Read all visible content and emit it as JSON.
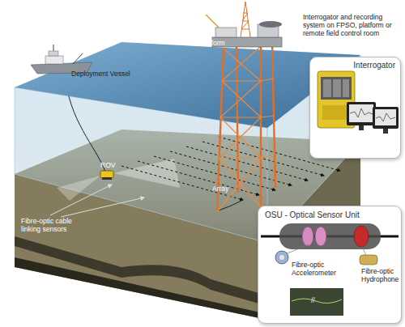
{
  "diagram": {
    "nodes": [
      {
        "text": [
          "Interrogator"
        ]
      },
      {
        "text": [
          "OSU - Optical Sensor Unit"
        ]
      }
    ],
    "labels": [
      "Deployment Vessel",
      "Platform",
      "Interrogator and recording system on FPSO, platform or remote field control room",
      "ROV",
      "Array",
      "Fibre-optic cable linking sensors",
      "Fibre-optic Accelerometer",
      "Fibre-optic Hydrophone",
      "//"
    ]
  }
}
